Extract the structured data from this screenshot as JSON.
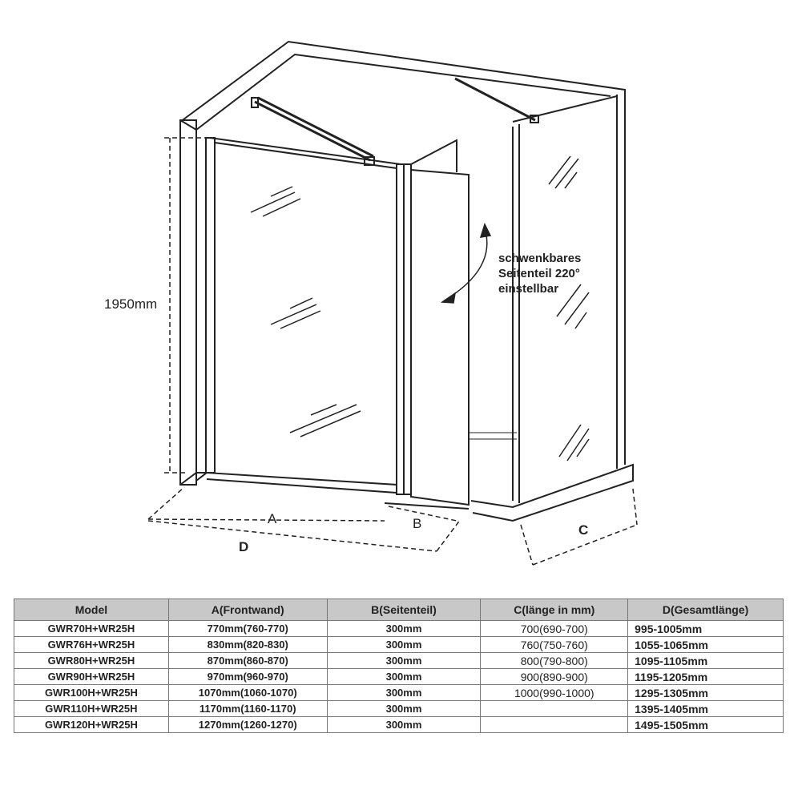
{
  "diagram": {
    "height_label": "1950mm",
    "dim_a": "A",
    "dim_b": "B",
    "dim_c": "C",
    "dim_d": "D",
    "note": [
      "schwenkbares",
      "Seitenteil 220°",
      "einstellbar"
    ]
  },
  "table": {
    "headers": [
      "Model",
      "A(Frontwand)",
      "B(Seitenteil)",
      "C(länge in mm)",
      "D(Gesamtlänge)"
    ],
    "rows": [
      [
        "GWR70H+WR25H",
        "770mm(760-770)",
        "300mm",
        "700(690-700)",
        "995-1005mm"
      ],
      [
        "GWR76H+WR25H",
        "830mm(820-830)",
        "300mm",
        "760(750-760)",
        "1055-1065mm"
      ],
      [
        "GWR80H+WR25H",
        "870mm(860-870)",
        "300mm",
        "800(790-800)",
        "1095-1105mm"
      ],
      [
        "GWR90H+WR25H",
        "970mm(960-970)",
        "300mm",
        "900(890-900)",
        "1195-1205mm"
      ],
      [
        "GWR100H+WR25H",
        "1070mm(1060-1070)",
        "300mm",
        "1000(990-1000)",
        "1295-1305mm"
      ],
      [
        "GWR110H+WR25H",
        "1170mm(1160-1170)",
        "300mm",
        "",
        "1395-1405mm"
      ],
      [
        "GWR120H+WR25H",
        "1270mm(1260-1270)",
        "300mm",
        "",
        "1495-1505mm"
      ]
    ]
  }
}
